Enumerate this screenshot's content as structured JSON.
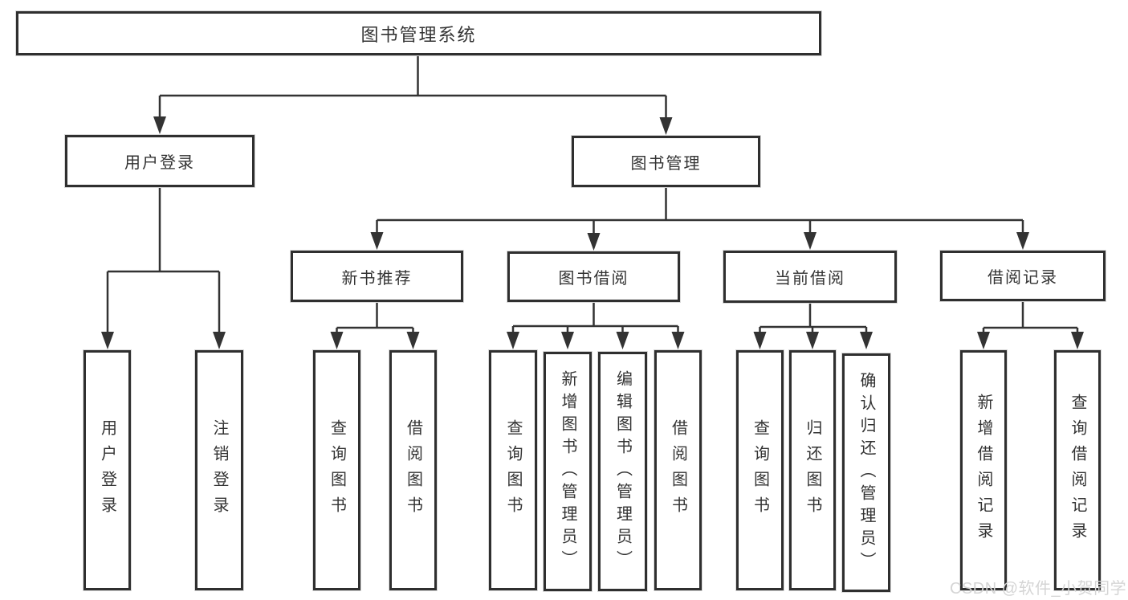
{
  "diagram_type": "org-tree",
  "tree": {
    "label": "图书管理系统",
    "children": [
      {
        "label": "用户登录",
        "children": [
          {
            "label": "用户登录"
          },
          {
            "label": "注销登录"
          }
        ]
      },
      {
        "label": "图书管理",
        "children": [
          {
            "label": "新书推荐",
            "children": [
              {
                "label": "查询图书"
              },
              {
                "label": "借阅图书"
              }
            ]
          },
          {
            "label": "图书借阅",
            "children": [
              {
                "label": "查询图书"
              },
              {
                "label": "新增图书（管理员）"
              },
              {
                "label": "编辑图书（管理员）"
              },
              {
                "label": "借阅图书"
              }
            ]
          },
          {
            "label": "当前借阅",
            "children": [
              {
                "label": "查询图书"
              },
              {
                "label": "归还图书"
              },
              {
                "label": "确认归还（管理员）"
              }
            ]
          },
          {
            "label": "借阅记录",
            "children": [
              {
                "label": "新增借阅记录"
              },
              {
                "label": "查询借阅记录"
              }
            ]
          }
        ]
      }
    ]
  },
  "watermark": "CSDN @软件_小贺同学",
  "colors": {
    "line": "#333333",
    "box_border": "#2f2f2f",
    "box_background": "#ffffff",
    "text": "#333333",
    "watermark": "#d5d5d5"
  }
}
